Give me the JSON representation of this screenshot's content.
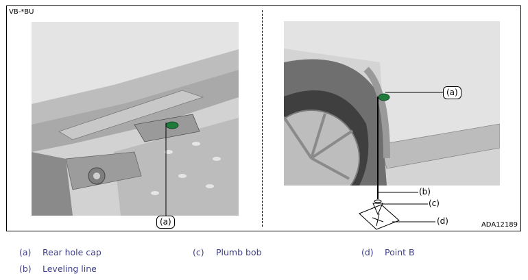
{
  "figure": {
    "model_code": "VB-*BU",
    "image_code": "ADA12189",
    "left_panel": {
      "callout_a": "(a)"
    },
    "right_panel": {
      "callout_a": "(a)",
      "callout_b": "(b)",
      "callout_c": "(c)",
      "callout_d": "(d)"
    }
  },
  "legend": [
    {
      "tag": "(a)",
      "label": "Rear hole cap"
    },
    {
      "tag": "(c)",
      "label": "Plumb bob"
    },
    {
      "tag": "(d)",
      "label": "Point B"
    },
    {
      "tag": "(b)",
      "label": "Leveling line"
    }
  ],
  "colors": {
    "legend_text": "#3e3e8a",
    "hole_cap": "#1f7a3c"
  }
}
